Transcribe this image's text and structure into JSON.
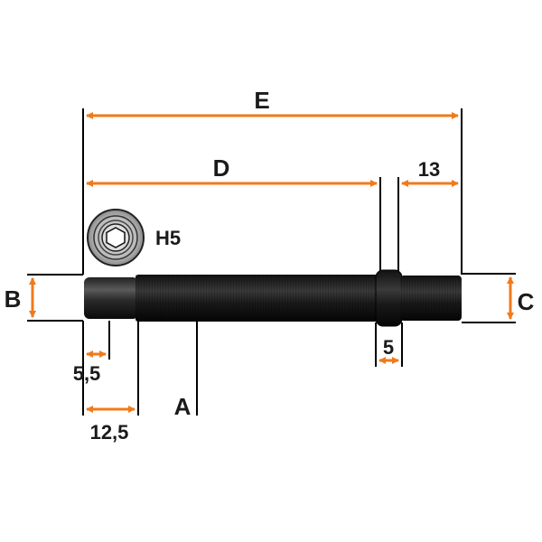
{
  "drawing": {
    "labels": {
      "E": "E",
      "D": "D",
      "dim_13": "13",
      "B": "B",
      "C": "C",
      "H5": "H5",
      "dim_5": "5",
      "dim_5_5": "5,5",
      "A": "A",
      "dim_12_5": "12,5"
    },
    "colors": {
      "dimension_arrow": "#f07a1a",
      "extension_line": "#000000",
      "bolt_body": "#1c1c1c"
    },
    "icons": {
      "hex_socket": "hex-socket-icon"
    }
  }
}
